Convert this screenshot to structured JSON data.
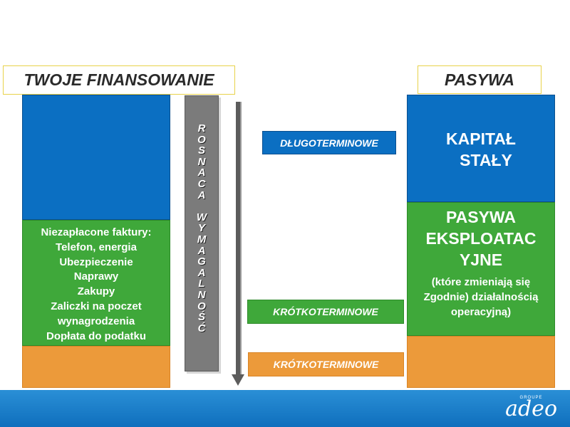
{
  "left_title": "TWOJE FINANSOWANIE",
  "right_title": "PASYWA",
  "left_green_lines": [
    "Niezapłacone faktury:",
    "Telefon, energia",
    "Ubezpieczenie",
    "Naprawy",
    "Zakupy",
    "Zaliczki na poczet",
    "wynagrodzenia",
    "Dopłata do podatku"
  ],
  "vertical_bar": {
    "word1": [
      "R",
      "O",
      "S",
      "N",
      "A",
      "C",
      "A"
    ],
    "word2": [
      "W",
      "Y",
      "M",
      "A",
      "G",
      "A",
      "L",
      "N",
      "O",
      "Ś",
      "Ć"
    ]
  },
  "labels": {
    "dlugoterminowe": "DŁUGOTERMINOWE",
    "krotkoterminowe_green": "KRÓTKOTERMINOWE",
    "krotkoterminowe_orange": "KRÓTKOTERMINOWE"
  },
  "right_blue": {
    "line1": "KAPITAŁ",
    "line2": "STAŁY"
  },
  "right_green": {
    "title_lines": [
      "PASYWA",
      "EKSPLOATAC",
      "YJNE"
    ],
    "sub_lines": [
      "(które zmieniają się",
      "Zgodnie) działalnością",
      "operacyjną)"
    ]
  },
  "logo": {
    "small": "GROUPE",
    "main": "adeo"
  },
  "colors": {
    "blue": "#0b6fc2",
    "green": "#3fa83a",
    "orange": "#ec9a3a",
    "footer": "#1a7fc9"
  }
}
